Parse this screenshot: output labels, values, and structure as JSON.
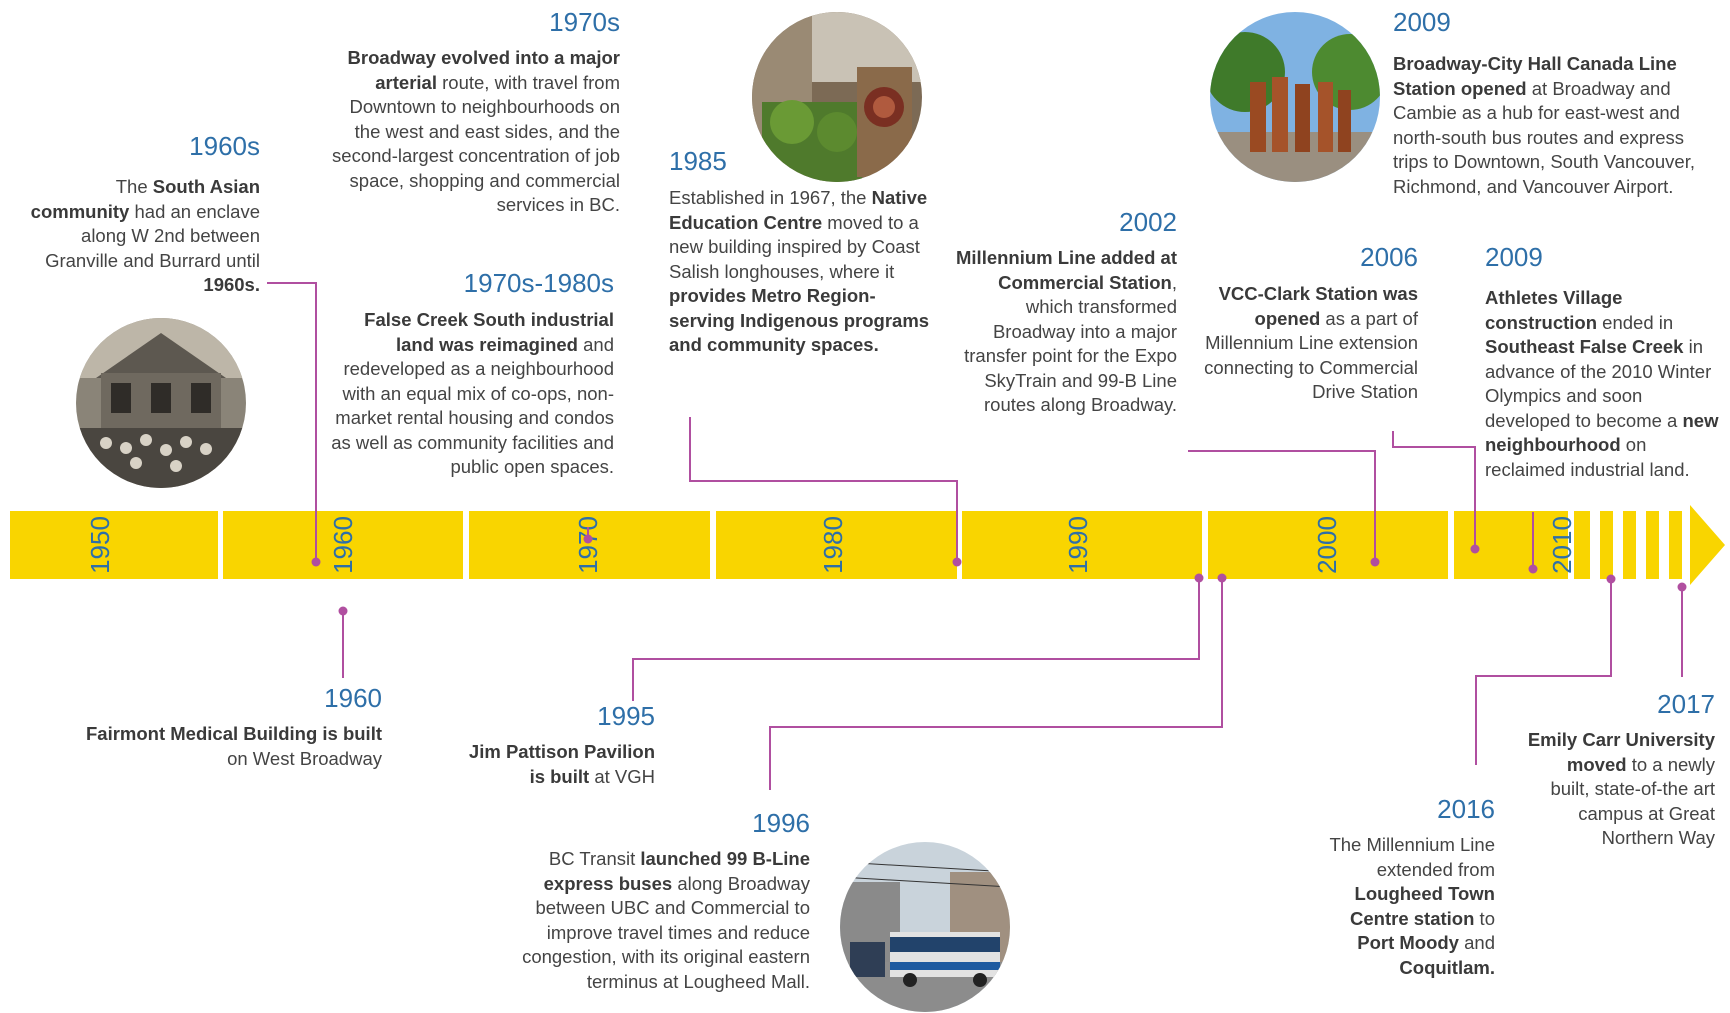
{
  "timeline": {
    "bar_color": "#f9d500",
    "connector_color": "#b04fa0",
    "decade_color": "#2e6fa8",
    "decades": [
      "1950",
      "1960",
      "1970",
      "1980",
      "1990",
      "2000",
      "2010"
    ]
  },
  "events": {
    "e1960s": {
      "year": "1960s",
      "parts": [
        [
          "The ",
          false
        ],
        [
          "South Asian community",
          true
        ],
        [
          " had an enclave along W 2nd between Granville and Burrard until ",
          false
        ],
        [
          "1960s.",
          true
        ]
      ]
    },
    "e1970s": {
      "year": "1970s",
      "parts": [
        [
          "Broadway evolved into a major arterial",
          true
        ],
        [
          " route, with travel from Downtown to neighbourhoods on the west and east sides, and the second-largest concentration of job space, shopping and commercial services in BC.",
          false
        ]
      ]
    },
    "e1970_80": {
      "year": "1970s-1980s",
      "parts": [
        [
          "False Creek South industrial land was reimagined",
          true
        ],
        [
          " and redeveloped as a neighbourhood with an equal mix of co-ops, non-market rental housing and condos as well as community facilities and public open spaces.",
          false
        ]
      ]
    },
    "e1985": {
      "year": "1985",
      "parts": [
        [
          "Established in 1967, the ",
          false
        ],
        [
          "Native Education Centre",
          true
        ],
        [
          " moved to a new building inspired by Coast Salish longhouses, where it ",
          false
        ],
        [
          "provides Metro Region-serving Indigenous programs and community spaces.",
          true
        ]
      ]
    },
    "e2002": {
      "year": "2002",
      "parts": [
        [
          "Millennium Line added at Commercial Station",
          true
        ],
        [
          ", which transformed Broadway into a major transfer point for the Expo SkyTrain and 99-B Line routes along Broadway.",
          false
        ]
      ]
    },
    "e2006": {
      "year": "2006",
      "parts": [
        [
          "VCC-Clark Station was opened",
          true
        ],
        [
          " as a part of Millennium Line extension connecting to Commercial Drive Station",
          false
        ]
      ]
    },
    "e2009a": {
      "year": "2009",
      "parts": [
        [
          "Broadway-City Hall Canada Line Station opened",
          true
        ],
        [
          " at Broadway and Cambie as a hub for east-west and north-south bus routes and express trips to Downtown, South Vancouver, Richmond, and Vancouver Airport.",
          false
        ]
      ]
    },
    "e2009b": {
      "year": "2009",
      "parts": [
        [
          "Athletes Village construction",
          true
        ],
        [
          " ended in ",
          false
        ],
        [
          "Southeast False Creek",
          true
        ],
        [
          " in advance of the 2010 Winter Olympics and soon developed to become a ",
          false
        ],
        [
          "new neighbourhood",
          true
        ],
        [
          " on reclaimed industrial land.",
          false
        ]
      ]
    },
    "e1960": {
      "year": "1960",
      "parts": [
        [
          "Fairmont Medical Building is built",
          true
        ],
        [
          " on West Broadway",
          false
        ]
      ]
    },
    "e1995": {
      "year": "1995",
      "parts": [
        [
          "Jim Pattison Pavilion is built",
          true
        ],
        [
          " at VGH",
          false
        ]
      ]
    },
    "e1996": {
      "year": "1996",
      "parts": [
        [
          "BC Transit ",
          false
        ],
        [
          "launched 99 B-Line express buses",
          true
        ],
        [
          " along Broadway between UBC and Commercial to improve travel times and reduce congestion, with its original eastern terminus at Lougheed Mall.",
          false
        ]
      ]
    },
    "e2016": {
      "year": "2016",
      "parts": [
        [
          "The Millennium Line extended from ",
          false
        ],
        [
          "Lougheed Town Centre station",
          true
        ],
        [
          " to ",
          false
        ],
        [
          "Port Moody",
          true
        ],
        [
          " and ",
          false
        ],
        [
          "Coquitlam.",
          true
        ]
      ]
    },
    "e2017": {
      "year": "2017",
      "parts": [
        [
          "Emily Carr University moved",
          true
        ],
        [
          " to a newly built, state-of-the art campus at Great Northern Way",
          false
        ]
      ]
    }
  }
}
